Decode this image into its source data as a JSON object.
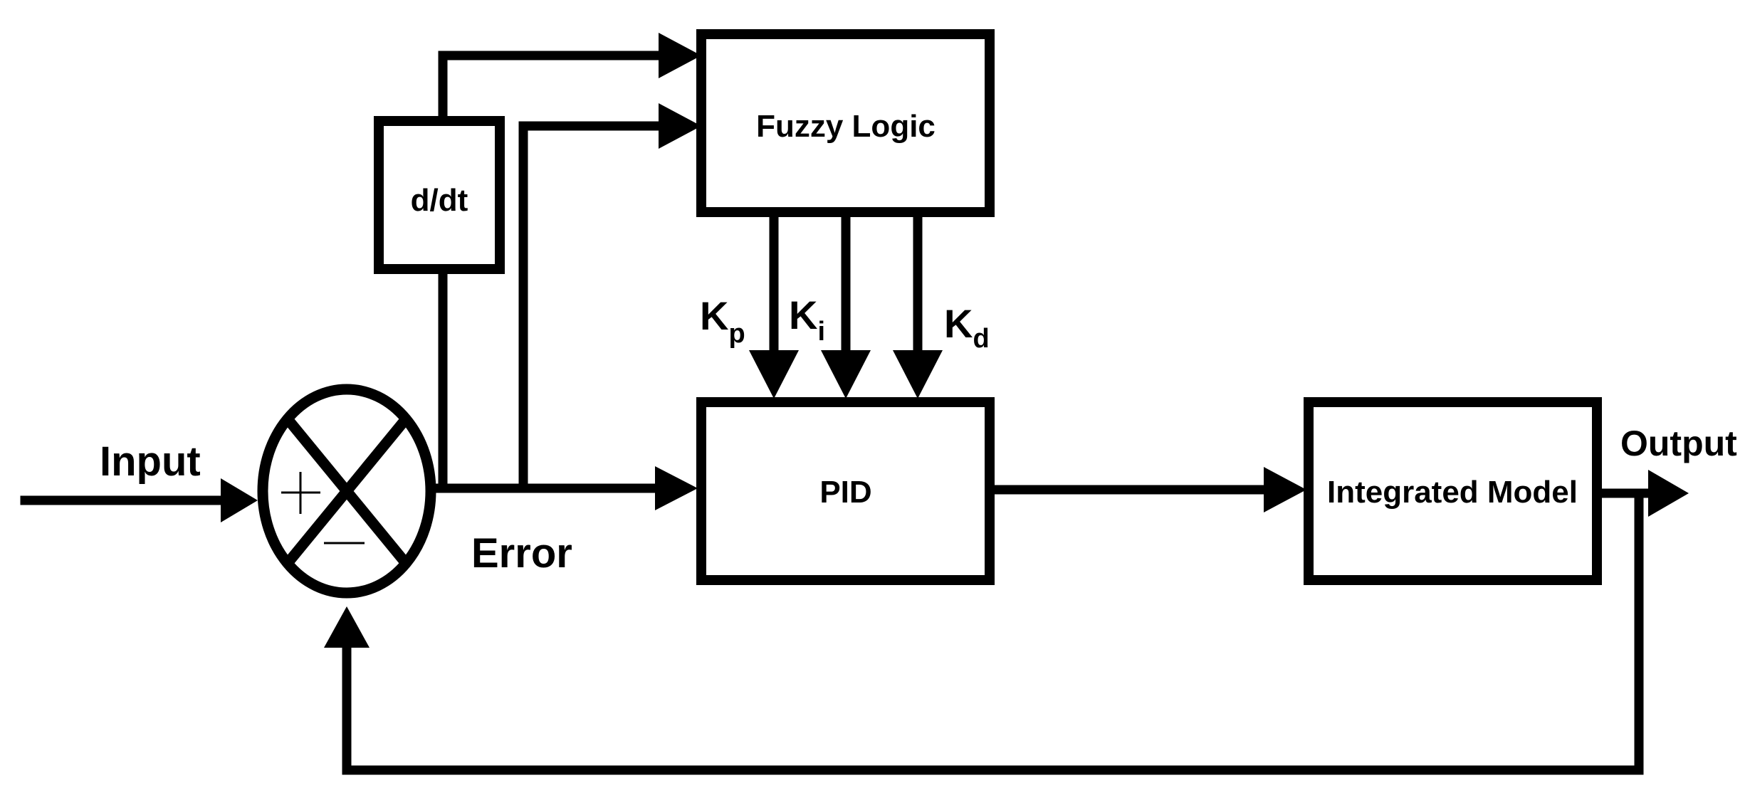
{
  "blocks": {
    "fuzzy": "Fuzzy Logic",
    "derivative": "d/dt",
    "pid": "PID",
    "plant": "Integrated Model"
  },
  "signals": {
    "input": "Input",
    "error": "Error",
    "output": "Output"
  },
  "gains": [
    {
      "main": "K",
      "sub": "p"
    },
    {
      "main": "K",
      "sub": "i"
    },
    {
      "main": "K",
      "sub": "d"
    }
  ],
  "summing_junction": {
    "plus": "+",
    "minus": "−"
  }
}
